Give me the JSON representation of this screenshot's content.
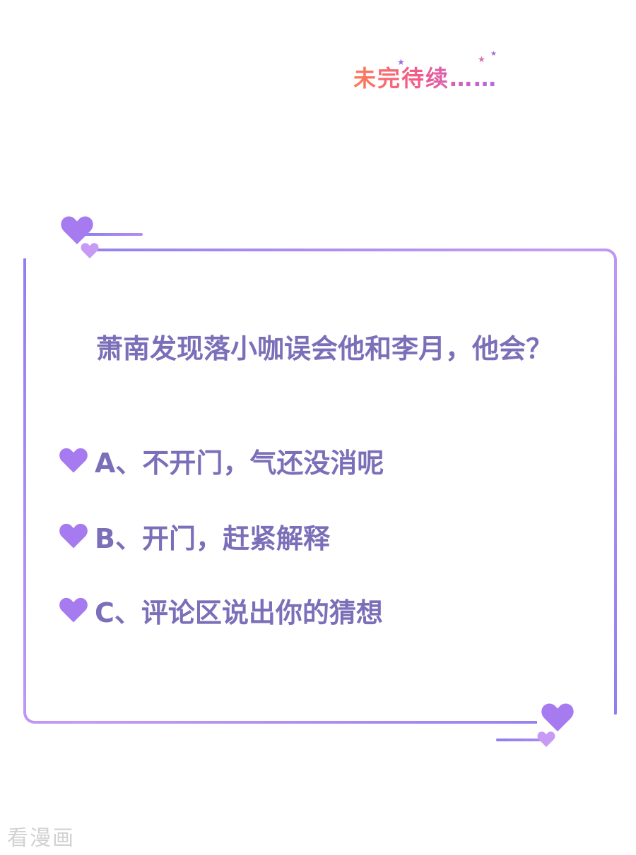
{
  "header": {
    "to_be_continued": "未完待续……"
  },
  "poll": {
    "question": "萧南发现落小咖误会他和李月，他会？",
    "options": [
      {
        "label": "A、不开门，气还没消呢"
      },
      {
        "label": "B、开门，赶紧解释"
      },
      {
        "label": "C、评论区说出你的猜想"
      }
    ]
  },
  "watermark": "看漫画",
  "colors": {
    "text": "#7a6fb8",
    "heart": "#a77bf0",
    "frame": "#a78be6"
  }
}
